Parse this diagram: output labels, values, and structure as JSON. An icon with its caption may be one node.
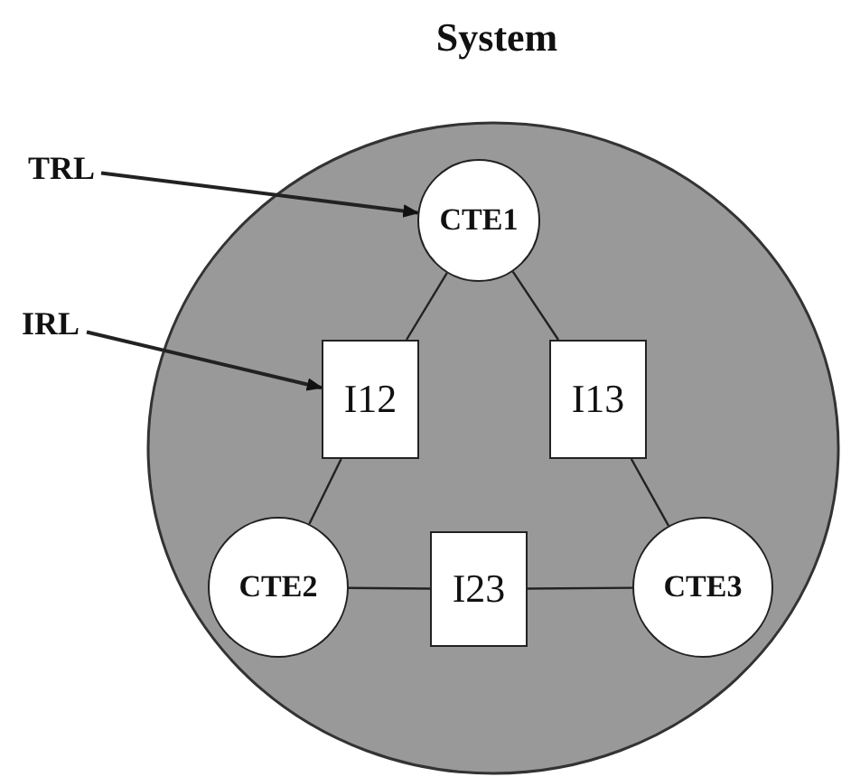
{
  "diagram": {
    "nodes": [
      {
        "text": [
          "System"
        ]
      },
      {
        "text": [
          "CTE1"
        ],
        "in": 0
      },
      {
        "text": [
          "I12"
        ],
        "in": 0
      },
      {
        "text": [
          "I13"
        ],
        "in": 0
      },
      {
        "text": [
          "CTE2"
        ],
        "in": 0
      },
      {
        "text": [
          "I23"
        ],
        "in": 0
      },
      {
        "text": [
          "CTE3"
        ],
        "in": 0
      },
      {
        "text": [
          "TRL"
        ]
      },
      {
        "text": [
          "IRL"
        ]
      }
    ],
    "edges": [
      {
        "from": 7,
        "to": 1,
        "arrow": "to"
      },
      {
        "from": 8,
        "to": 2,
        "arrow": "to"
      },
      {
        "from": 1,
        "to": 2,
        "arrow": "none"
      },
      {
        "from": 1,
        "to": 3,
        "arrow": "none"
      },
      {
        "from": 2,
        "to": 4,
        "arrow": "none"
      },
      {
        "from": 3,
        "to": 6,
        "arrow": "none"
      },
      {
        "from": 4,
        "to": 5,
        "arrow": "none"
      },
      {
        "from": 5,
        "to": 6,
        "arrow": "none"
      }
    ]
  }
}
